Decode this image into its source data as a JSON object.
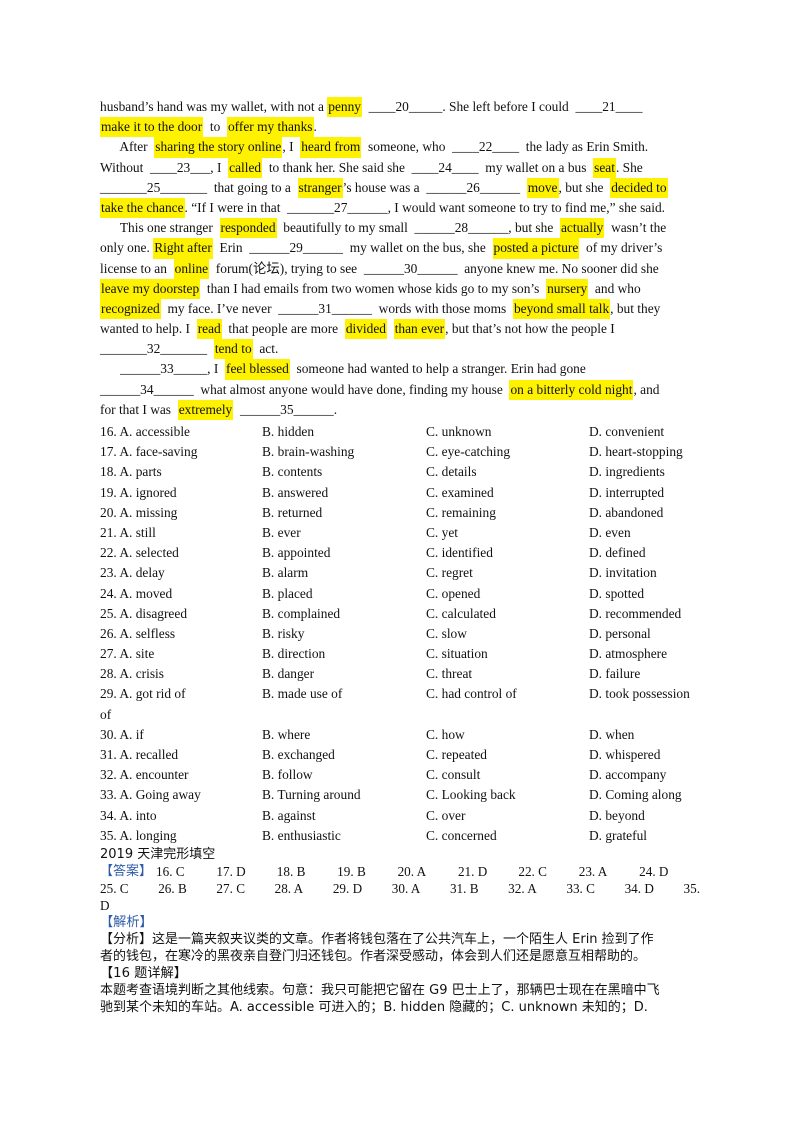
{
  "passage": [
    [
      {
        "t": "husband’s hand was my wallet, with not a "
      },
      {
        "t": "penny",
        "h": 1
      },
      {
        "t": "  ____20_____. She left before I could  ____21____"
      }
    ],
    [
      {
        "t": "make it to the door",
        "h": 1
      },
      {
        "t": "  to  "
      },
      {
        "t": "offer my thanks",
        "h": 1
      },
      {
        "t": "."
      }
    ],
    [
      {
        "t": "      After  "
      },
      {
        "t": "sharing the story online",
        "h": 1
      },
      {
        "t": ", I  "
      },
      {
        "t": "heard from",
        "h": 1
      },
      {
        "t": "  someone, who  ____22____  the lady as Erin Smith."
      }
    ],
    [
      {
        "t": "Without  ____23___, I  "
      },
      {
        "t": "called",
        "h": 1
      },
      {
        "t": "  to thank her. She said she  ____24____  my wallet on a bus  "
      },
      {
        "t": "seat",
        "h": 1
      },
      {
        "t": ". She"
      }
    ],
    [
      {
        "t": "_______25_______  that going to a  "
      },
      {
        "t": "stranger",
        "h": 1
      },
      {
        "t": "’s house was a  ______26______  "
      },
      {
        "t": "move",
        "h": 1
      },
      {
        "t": ", but she  "
      },
      {
        "t": "decided to",
        "h": 1
      }
    ],
    [
      {
        "t": "take the chance",
        "h": 1
      },
      {
        "t": ". “If I were in that  _______27______, I would want someone to try to find me,” she said."
      }
    ],
    [
      {
        "t": "      This one stranger  "
      },
      {
        "t": "responded",
        "h": 1
      },
      {
        "t": "  beautifully to my small  ______28______, but she  "
      },
      {
        "t": "actually",
        "h": 1
      },
      {
        "t": "  wasn’t the"
      }
    ],
    [
      {
        "t": "only one. "
      },
      {
        "t": "Right after",
        "h": 1
      },
      {
        "t": "  Erin  ______29______  my wallet on the bus, she  "
      },
      {
        "t": "posted a picture",
        "h": 1
      },
      {
        "t": "  of my driver’s"
      }
    ],
    [
      {
        "t": "license to an  "
      },
      {
        "t": "online",
        "h": 1
      },
      {
        "t": "  forum(论坛), trying to see  ______30______  anyone knew me. No sooner did she"
      }
    ],
    [
      {
        "t": "leave my doorstep",
        "h": 1
      },
      {
        "t": "  than I had emails from two women whose kids go to my son’s  "
      },
      {
        "t": "nursery",
        "h": 1
      },
      {
        "t": "  and who"
      }
    ],
    [
      {
        "t": "recognized",
        "h": 1
      },
      {
        "t": "  my face. I’ve never  ______31______  words with those moms  "
      },
      {
        "t": "beyond small talk",
        "h": 1
      },
      {
        "t": ", but they"
      }
    ],
    [
      {
        "t": "wanted to help. I  "
      },
      {
        "t": "read",
        "h": 1
      },
      {
        "t": "  that people are more  "
      },
      {
        "t": "divided",
        "h": 1
      },
      {
        "t": "  "
      },
      {
        "t": "than ever",
        "h": 1
      },
      {
        "t": ", but that’s not how the people I"
      }
    ],
    [
      {
        "t": "_______32_______  "
      },
      {
        "t": "tend to",
        "h": 1
      },
      {
        "t": "  act."
      }
    ],
    [
      {
        "t": "      ______33_____, I  "
      },
      {
        "t": "feel blessed",
        "h": 1
      },
      {
        "t": "  someone had wanted to help a stranger. Erin had gone"
      }
    ],
    [
      {
        "t": "______34______  what almost anyone would have done, finding my house  "
      },
      {
        "t": "on a bitterly cold night",
        "h": 1
      },
      {
        "t": ", and"
      }
    ],
    [
      {
        "t": "for that I was  "
      },
      {
        "t": "extremely",
        "h": 1
      },
      {
        "t": "  ______35______."
      }
    ]
  ],
  "options": [
    [
      "16. A.  accessible",
      "B.  hidden",
      "C.  unknown",
      "D.  convenient"
    ],
    [
      "17. A.  face-saving",
      "B.  brain-washing",
      "C.  eye-catching",
      "D.  heart-stopping"
    ],
    [
      "18. A.  parts",
      "B.  contents",
      "C.  details",
      "D.  ingredients"
    ],
    [
      "19. A.  ignored",
      "B.  answered",
      "C.  examined",
      "D.  interrupted"
    ],
    [
      "20. A.  missing",
      "B.  returned",
      "C.  remaining",
      "D.  abandoned"
    ],
    [
      "21. A.  still",
      "B.  ever",
      "C.  yet",
      "D.  even"
    ],
    [
      "22. A.  selected",
      "B.  appointed",
      "C.  identified",
      "D.  defined"
    ],
    [
      "23. A.  delay",
      "B.  alarm",
      "C.  regret",
      "D.  invitation"
    ],
    [
      "24. A.  moved",
      "B.  placed",
      "C.  opened",
      "D.  spotted"
    ],
    [
      "25. A.  disagreed",
      "B.  complained",
      "C.  calculated",
      "D.  recommended"
    ],
    [
      "26. A.  selfless",
      "B.  risky",
      "C.  slow",
      "D.  personal"
    ],
    [
      "27. A.  site",
      "B.  direction",
      "C.  situation",
      "D.  atmosphere"
    ],
    [
      "28. A.  crisis",
      "B.  danger",
      "C.  threat",
      "D.  failure"
    ],
    [
      "29. A.  got rid of",
      "B.  made use of",
      "C.  had control of",
      "D.  took possession"
    ]
  ],
  "option29_wrap": "of",
  "options2": [
    [
      "30. A.  if",
      "B.  where",
      "C.  how",
      "D.  when"
    ],
    [
      "31. A.  recalled",
      "B.  exchanged",
      "C.  repeated",
      "D.  whispered"
    ],
    [
      "32. A.  encounter",
      "B.  follow",
      "C.  consult",
      "D.  accompany"
    ],
    [
      "33. A.  Going away",
      "B.  Turning around",
      "C.  Looking back",
      "D.  Coming along"
    ],
    [
      "34. A.  into",
      "B.  against",
      "C.  over",
      "D.  beyond"
    ],
    [
      "35. A.  longing",
      "B.  enthusiastic",
      "C.  concerned",
      "D.  grateful"
    ]
  ],
  "source_note": "2019 天津完形填空",
  "answer_label": "【答案】",
  "answers_row1": [
    "16. C",
    "17. D",
    "18. B",
    "19. B",
    "20. A",
    "21. D",
    "22. C",
    "23. A",
    "24. D"
  ],
  "answers_row2": [
    "25. C",
    "26. B",
    "27. C",
    "28. A",
    "29. D",
    "30. A",
    "31. B",
    "32. A",
    "33. C",
    "34. D",
    "35."
  ],
  "answers_wrap": "D",
  "analysis_label": "【解析】",
  "analysis_line1": "【分析】这是一篇夹叙夹议类的文章。作者将钱包落在了公共汽车上，一个陌生人 Erin 捡到了作",
  "analysis_line2": "者的钱包，在寒冷的黑夜亲自登门归还钱包。作者深受感动，体会到人们还是愿意互相帮助的。",
  "detail_label": "【16 题详解】",
  "detail_line1": "本题考查语境判断之其他线索。句意：我只可能把它留在 G9 巴士上了，那辆巴士现在在黑暗中飞",
  "detail_line2": "驰到某个未知的车站。A. accessible 可进入的；B. hidden 隐藏的；C. unknown 未知的；D."
}
